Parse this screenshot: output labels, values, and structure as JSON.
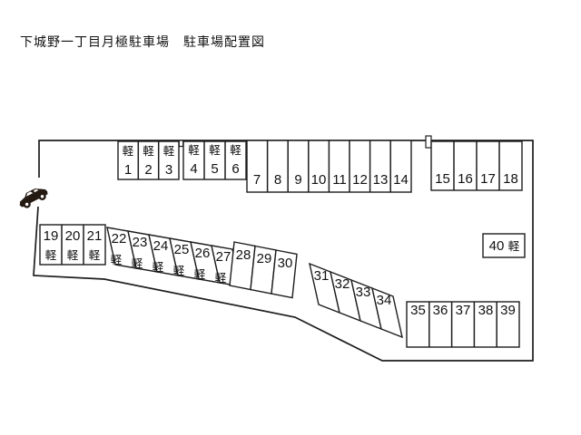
{
  "title": "下城野一丁目月極駐車場　駐車場配置図",
  "kei": "軽",
  "colors": {
    "line": "#1d1d1d",
    "background": "#ffffff",
    "car": "#241a12"
  },
  "icons": {
    "car": "car-silhouette"
  },
  "spaces": [
    {
      "num": "1",
      "type": "kei"
    },
    {
      "num": "2",
      "type": "kei"
    },
    {
      "num": "3",
      "type": "kei"
    },
    {
      "num": "4",
      "type": "kei"
    },
    {
      "num": "5",
      "type": "kei"
    },
    {
      "num": "6",
      "type": "kei"
    },
    {
      "num": "7",
      "type": "standard"
    },
    {
      "num": "8",
      "type": "standard"
    },
    {
      "num": "9",
      "type": "standard"
    },
    {
      "num": "10",
      "type": "standard"
    },
    {
      "num": "11",
      "type": "standard"
    },
    {
      "num": "12",
      "type": "standard"
    },
    {
      "num": "13",
      "type": "standard"
    },
    {
      "num": "14",
      "type": "standard"
    },
    {
      "num": "15",
      "type": "standard"
    },
    {
      "num": "16",
      "type": "standard"
    },
    {
      "num": "17",
      "type": "standard"
    },
    {
      "num": "18",
      "type": "standard"
    },
    {
      "num": "19",
      "type": "kei"
    },
    {
      "num": "20",
      "type": "kei"
    },
    {
      "num": "21",
      "type": "kei"
    },
    {
      "num": "22",
      "type": "kei"
    },
    {
      "num": "23",
      "type": "kei"
    },
    {
      "num": "24",
      "type": "kei"
    },
    {
      "num": "25",
      "type": "kei"
    },
    {
      "num": "26",
      "type": "kei"
    },
    {
      "num": "27",
      "type": "kei"
    },
    {
      "num": "28",
      "type": "standard"
    },
    {
      "num": "29",
      "type": "standard"
    },
    {
      "num": "30",
      "type": "standard"
    },
    {
      "num": "31",
      "type": "standard"
    },
    {
      "num": "32",
      "type": "standard"
    },
    {
      "num": "33",
      "type": "standard"
    },
    {
      "num": "34",
      "type": "standard"
    },
    {
      "num": "35",
      "type": "standard"
    },
    {
      "num": "36",
      "type": "standard"
    },
    {
      "num": "37",
      "type": "standard"
    },
    {
      "num": "38",
      "type": "standard"
    },
    {
      "num": "39",
      "type": "standard"
    },
    {
      "num": "40",
      "type": "kei"
    }
  ]
}
